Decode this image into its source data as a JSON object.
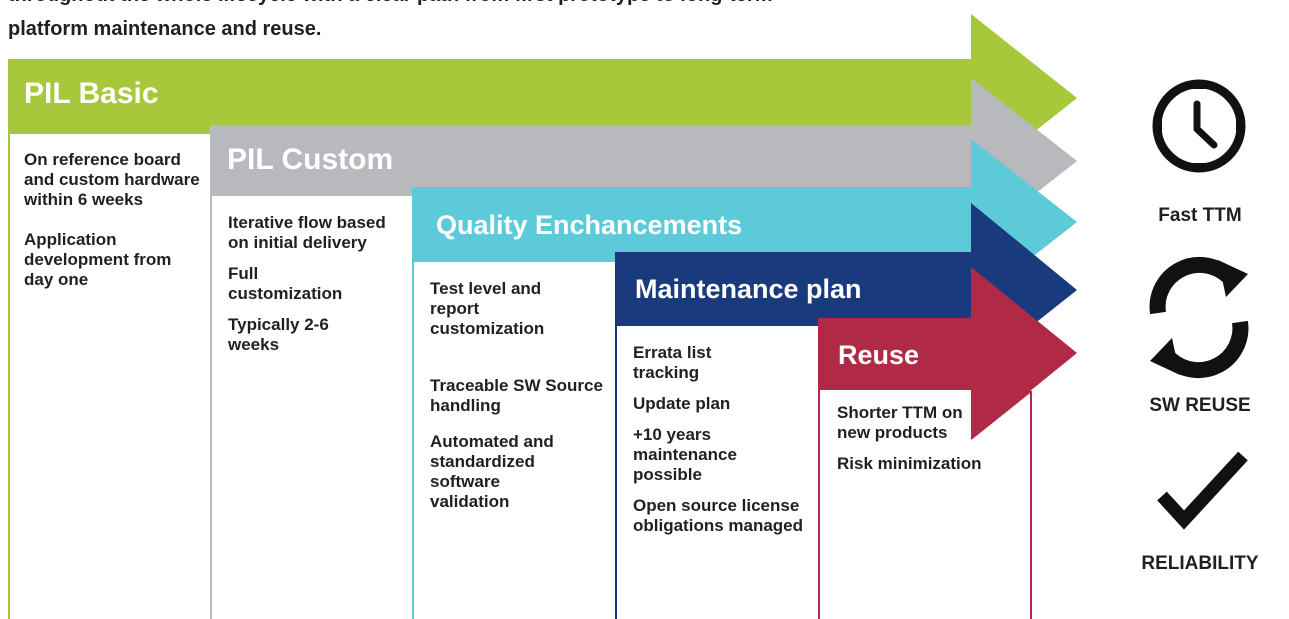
{
  "intro": {
    "line1": "throughout the whole lifecycle with a clear path from first prototype to long-term",
    "line2": "platform maintenance and reuse."
  },
  "stages": [
    {
      "title": "PIL Basic",
      "color": "#a7c83a",
      "items": [
        "On reference board and custom hardware within 6 weeks",
        "Application development from day one"
      ]
    },
    {
      "title": "PIL Custom",
      "color": "#b7b9bc",
      "items": [
        "Iterative flow based on initial delivery",
        "Full customization",
        "Typically 2-6 weeks"
      ]
    },
    {
      "title": "Quality Enchancements",
      "color": "#5ccad9",
      "items": [
        "Test level and report customization",
        "Traceable SW Source handling",
        "Automated and standardized software validation"
      ]
    },
    {
      "title": "Maintenance plan",
      "color": "#1a3a7e",
      "items": [
        "Errata list tracking",
        "Update plan",
        "+10 years maintenance possible",
        "Open source license obligations managed"
      ]
    },
    {
      "title": "Reuse",
      "color": "#b02a48",
      "items": [
        "Shorter TTM on new products",
        "Risk minimization"
      ]
    }
  ],
  "benefits": [
    {
      "label": "Fast TTM",
      "icon": "clock-icon"
    },
    {
      "label": "SW REUSE",
      "icon": "reuse-cycle-icon"
    },
    {
      "label": "RELIABILITY",
      "icon": "checkmark-icon"
    }
  ]
}
